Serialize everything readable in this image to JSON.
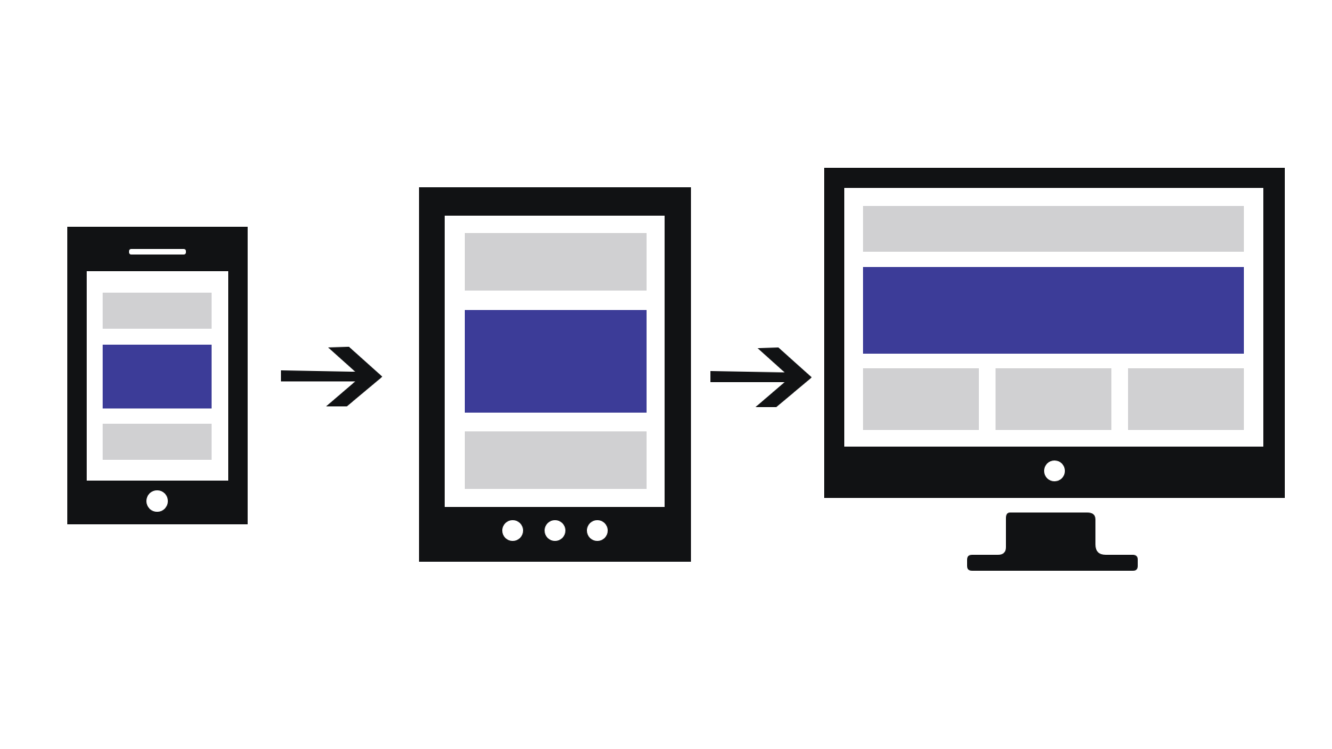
{
  "colors": {
    "frame": "#111214",
    "screen": "#ffffff",
    "grey": "#d0d0d2",
    "accent": "#3c3c98",
    "background": "#ffffff"
  },
  "devices": [
    {
      "kind": "phone",
      "icon": "smartphone-icon",
      "layout_blocks": [
        "grey",
        "accent",
        "grey"
      ],
      "hardware_buttons": 1,
      "has_speaker_slot": true
    },
    {
      "kind": "tablet",
      "icon": "tablet-icon",
      "layout_blocks": [
        "grey",
        "accent",
        "grey"
      ],
      "hardware_buttons": 3
    },
    {
      "kind": "desktop",
      "icon": "monitor-icon",
      "layout_blocks": [
        "grey",
        "accent",
        "grey",
        "grey",
        "grey"
      ],
      "hardware_buttons": 1,
      "has_stand": true
    }
  ],
  "connectors": [
    "arrow-right-icon",
    "arrow-right-icon"
  ]
}
